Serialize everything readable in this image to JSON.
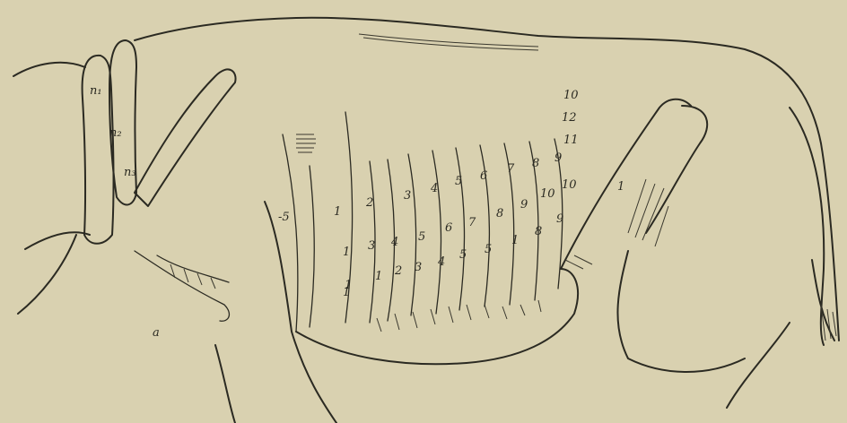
{
  "figure": {
    "paper_color": "#d9d1b0",
    "ink_color": "#2b2a22",
    "labels": {
      "n1": "n₁",
      "n2": "n₂",
      "n3": "n₃",
      "s": "-5",
      "a": "a",
      "r10": "10",
      "r12": "12",
      "r11": "11",
      "row1": [
        "1",
        "2",
        "3",
        "4",
        "5",
        "6",
        "7",
        "8",
        "9"
      ],
      "row2": [
        "1",
        "3",
        "4",
        "5",
        "6",
        "7",
        "8",
        "9",
        "10",
        "10"
      ],
      "row3": [
        "1",
        "1",
        "2",
        "3",
        "4",
        "5",
        "5",
        "1",
        "8",
        "9"
      ],
      "row4": [
        "1"
      ],
      "flank": "1"
    }
  }
}
